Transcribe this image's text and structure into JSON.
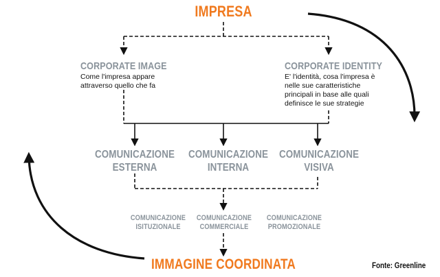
{
  "top": "IMPRESA",
  "bottom": "IMMAGINE COORDINATA",
  "corporate_image": {
    "title": "CORPORATE IMAGE",
    "lines": [
      "Come l'impresa appare",
      "attraverso quello che fa"
    ]
  },
  "corporate_identity": {
    "title": "CORPORATE IDENTITY",
    "lines": [
      "E' l'identità, cosa l'impresa è",
      "nelle sue caratteristiche",
      "principali in base alle quali",
      "definisce le sue strategie"
    ]
  },
  "comunicazione": [
    {
      "line1": "COMUNICAZIONE",
      "line2": "ESTERNA"
    },
    {
      "line1": "COMUNICAZIONE",
      "line2": "INTERNA"
    },
    {
      "line1": "COMUNICAZIONE",
      "line2": "VISIVA"
    }
  ],
  "sub": [
    {
      "line1": "COMUNICAZIONE",
      "line2": "ISITUZIONALE"
    },
    {
      "line1": "COMUNICAZIONE",
      "line2": "COMMERCIALE"
    },
    {
      "line1": "COMUNICAZIONE",
      "line2": "PROMOZIONALE"
    }
  ],
  "source": "Fonte: Greenline",
  "colors": {
    "accent": "#f07a1f",
    "grey": "#8a939b",
    "line": "#111111"
  }
}
